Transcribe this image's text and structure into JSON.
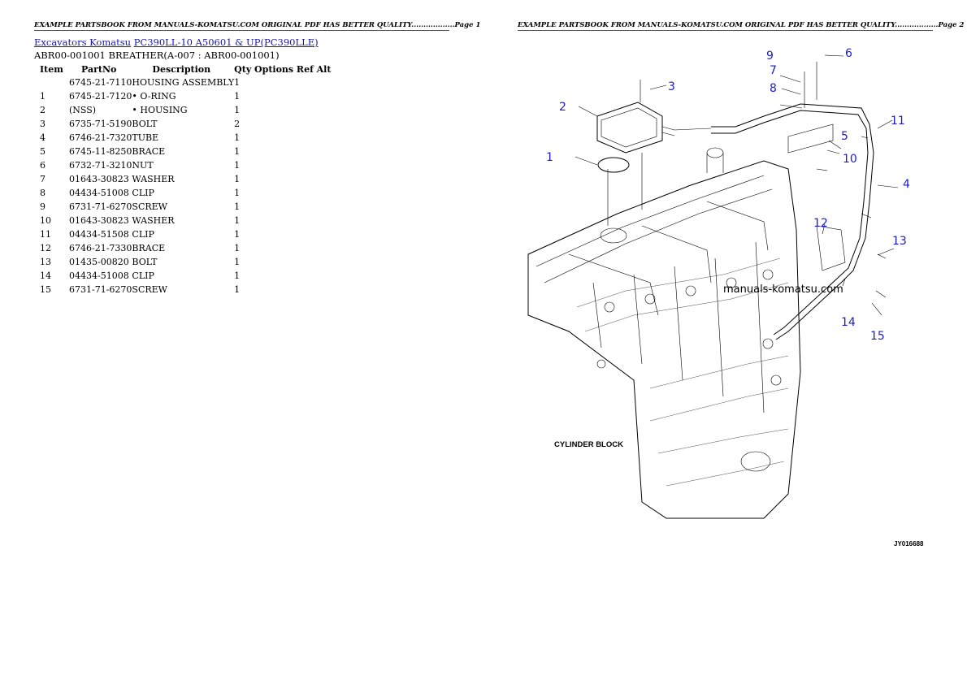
{
  "page1_header": "EXAMPLE PARTSBOOK FROM MANUALS-KOMATSU.COM ORIGINAL PDF HAS BETTER QUALITY..................Page 1",
  "page2_header": "EXAMPLE PARTSBOOK FROM MANUALS-KOMATSU.COM ORIGINAL PDF HAS BETTER QUALITY..................Page 2",
  "breadcrumb": {
    "link1": "Excavators Komatsu",
    "link2": "PC390LL-10 A50601 & UP(PC390LLE)"
  },
  "subtitle": "ABR00-001001 BREATHER(A-007 : ABR00-001001)",
  "table": {
    "headers": [
      "Item",
      "PartNo",
      "Description",
      "Qty Options Ref Alt"
    ],
    "rows": [
      {
        "item": "",
        "part": "6745-21-7110",
        "desc": "HOUSING ASSEMBLY",
        "qty": "1"
      },
      {
        "item": "1",
        "part": "6745-21-7120",
        "desc": "• O-RING",
        "qty": "1"
      },
      {
        "item": "2",
        "part": "(NSS)",
        "desc": "• HOUSING",
        "qty": "1"
      },
      {
        "item": "3",
        "part": "6735-71-5190",
        "desc": "BOLT",
        "qty": "2"
      },
      {
        "item": "4",
        "part": "6746-21-7320",
        "desc": "TUBE",
        "qty": "1"
      },
      {
        "item": "5",
        "part": "6745-11-8250",
        "desc": "BRACE",
        "qty": "1"
      },
      {
        "item": "6",
        "part": "6732-71-3210",
        "desc": "NUT",
        "qty": "1"
      },
      {
        "item": "7",
        "part": "01643-30823",
        "desc": "WASHER",
        "qty": "1"
      },
      {
        "item": "8",
        "part": "04434-51008",
        "desc": "CLIP",
        "qty": "1"
      },
      {
        "item": "9",
        "part": "6731-71-6270",
        "desc": "SCREW",
        "qty": "1"
      },
      {
        "item": "10",
        "part": "01643-30823",
        "desc": "WASHER",
        "qty": "1"
      },
      {
        "item": "11",
        "part": "04434-51508",
        "desc": "CLIP",
        "qty": "1"
      },
      {
        "item": "12",
        "part": "6746-21-7330",
        "desc": "BRACE",
        "qty": "1"
      },
      {
        "item": "13",
        "part": "01435-00820",
        "desc": "BOLT",
        "qty": "1"
      },
      {
        "item": "14",
        "part": "04434-51008",
        "desc": "CLIP",
        "qty": "1"
      },
      {
        "item": "15",
        "part": "6731-71-6270",
        "desc": "SCREW",
        "qty": "1"
      }
    ]
  },
  "diagram": {
    "label_cylinder_block": "CYLINDER BLOCK",
    "watermark": "manuals-komatsu.com",
    "figure_code": "JY016688",
    "callouts": [
      "1",
      "2",
      "3",
      "4",
      "5",
      "6",
      "7",
      "8",
      "9",
      "10",
      "11",
      "12",
      "13",
      "14",
      "15"
    ],
    "callout_color": "#1b1bd0"
  }
}
